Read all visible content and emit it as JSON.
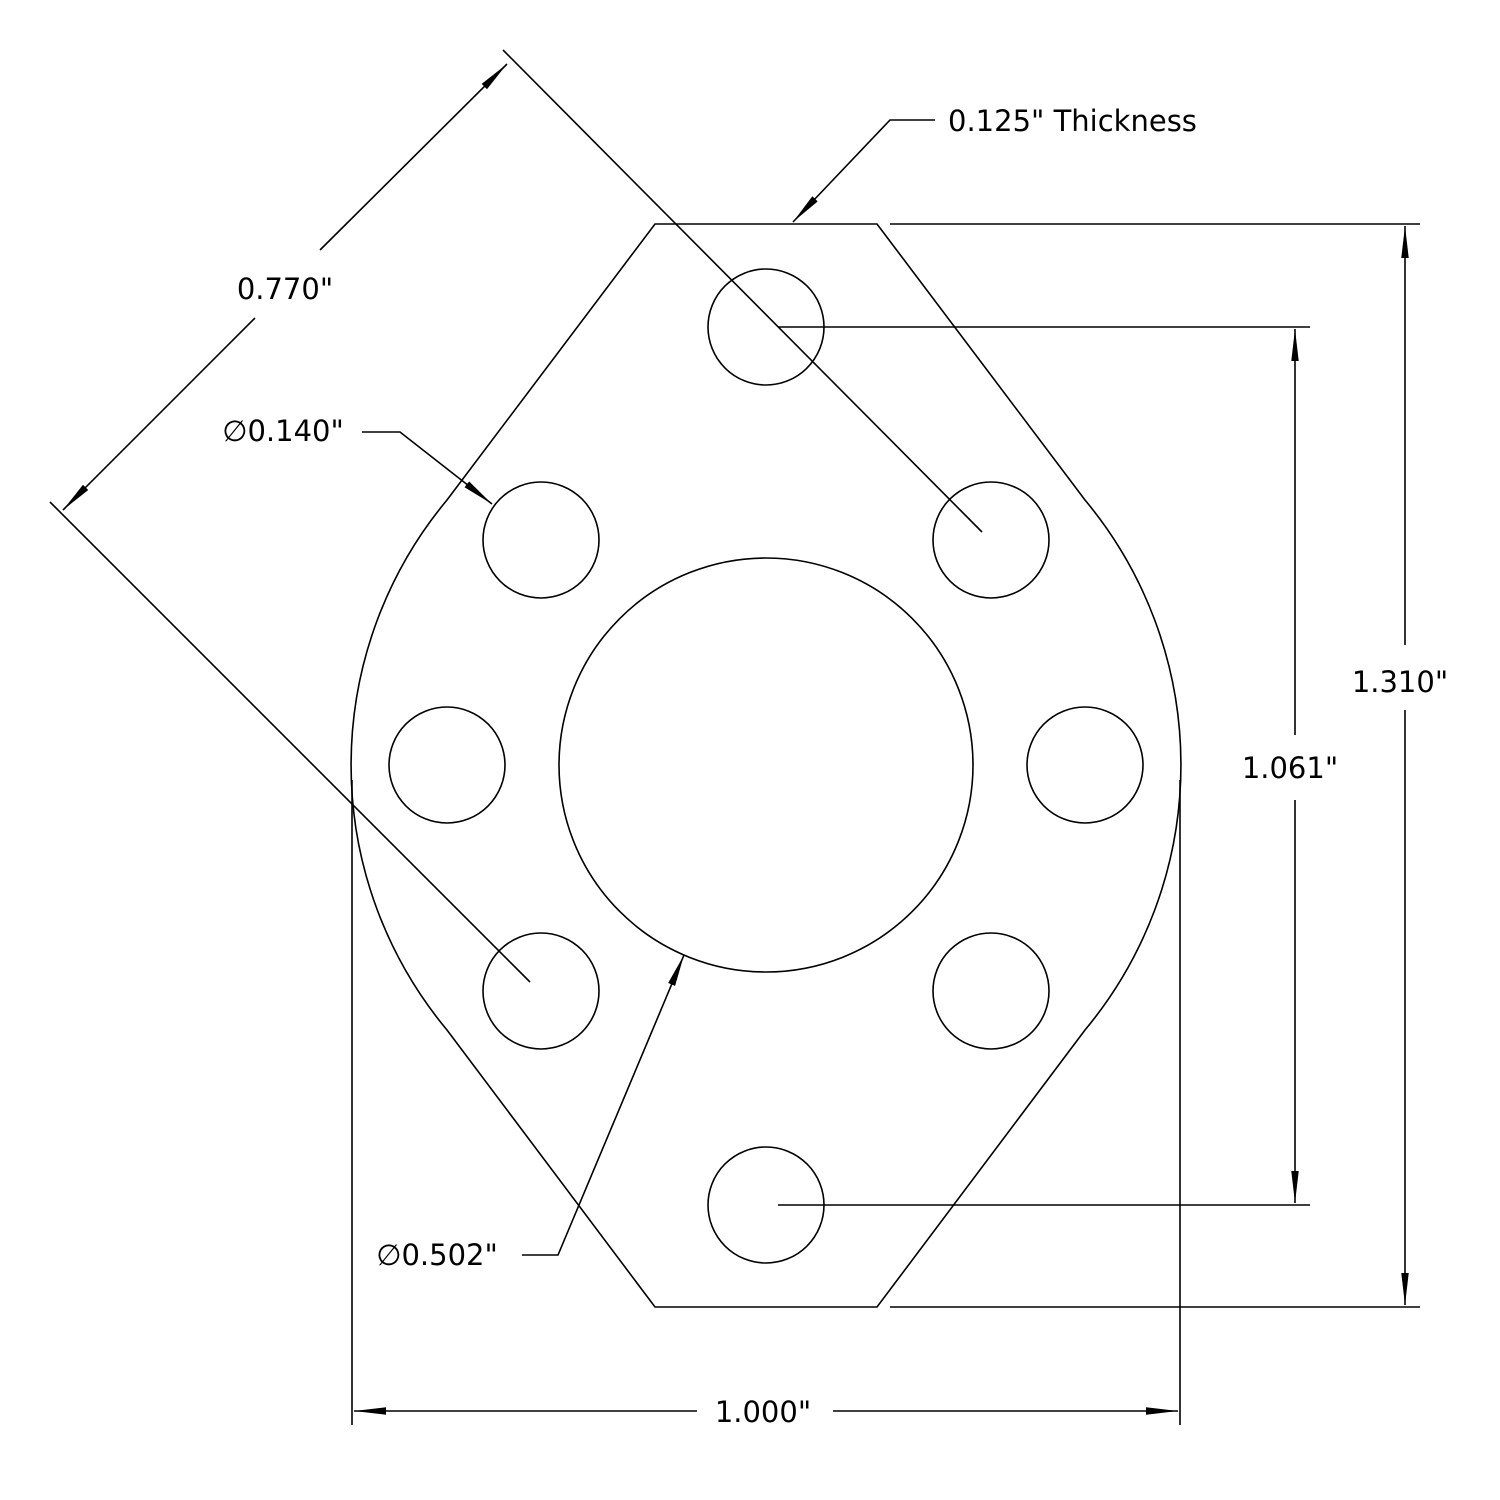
{
  "drawing": {
    "line_color": "#000000",
    "background": "#ffffff",
    "dimensions": {
      "thickness": "0.125\" Thickness",
      "hole_spacing_diagonal": "0.770\"",
      "small_hole_diameter": "∅0.140\"",
      "overall_height": "1.310\"",
      "hole_spacing_vertical": "1.061\"",
      "overall_width": "1.000\"",
      "bore_diameter": "∅0.502\""
    }
  }
}
